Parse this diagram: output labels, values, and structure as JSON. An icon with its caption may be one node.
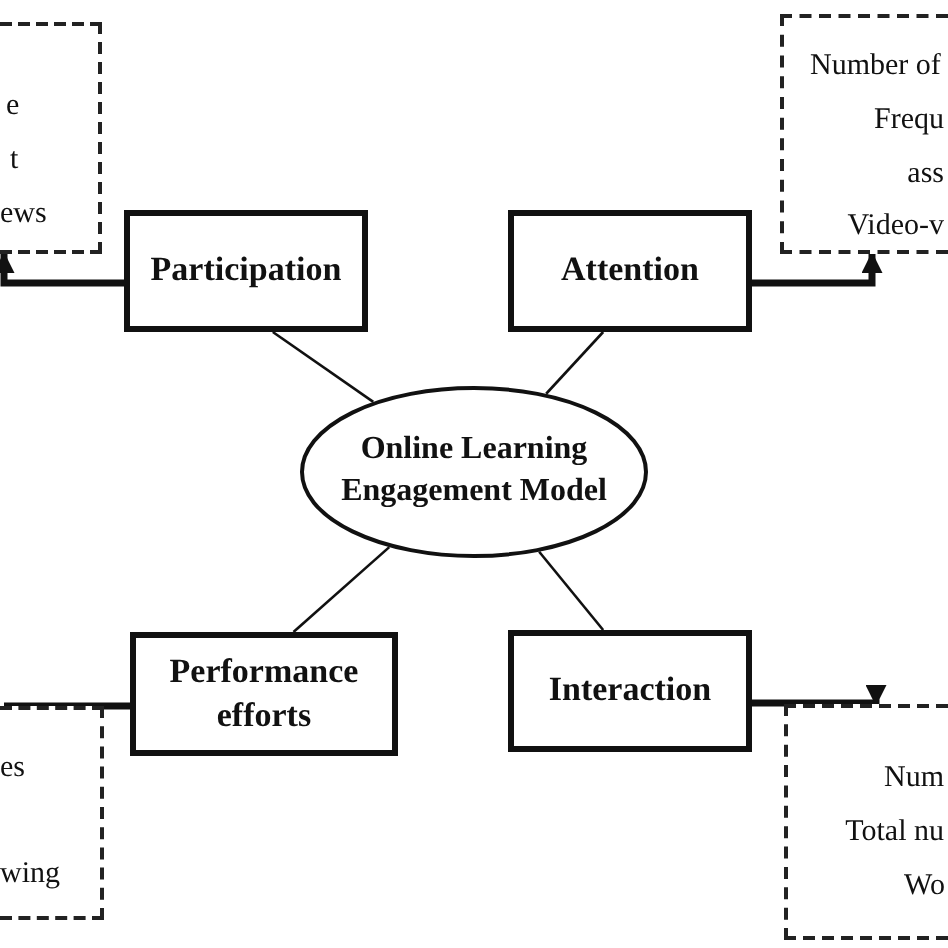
{
  "diagram": {
    "nodes": [
      {
        "text": [
          "e",
          "t",
          "ews"
        ]
      },
      {
        "text": [
          "Participation"
        ]
      },
      {
        "text": [
          "Attention"
        ]
      },
      {
        "text": [
          "Number of",
          "Frequ",
          "ass",
          "Video-v"
        ]
      },
      {
        "text": [
          "Online Learning Engagement Model"
        ]
      },
      {
        "text": [
          "Performance efforts"
        ]
      },
      {
        "text": [
          "Interaction"
        ]
      },
      {
        "text": [
          "es",
          "wing"
        ]
      },
      {
        "text": [
          "Num",
          "Total nu",
          "Wo"
        ]
      }
    ],
    "edges": [
      {
        "from": 4,
        "to": 1,
        "arrow": "none"
      },
      {
        "from": 4,
        "to": 2,
        "arrow": "none"
      },
      {
        "from": 4,
        "to": 5,
        "arrow": "none"
      },
      {
        "from": 4,
        "to": 6,
        "arrow": "none"
      },
      {
        "from": 1,
        "to": 0,
        "arrow": "to",
        "style": "thick"
      },
      {
        "from": 2,
        "to": 3,
        "arrow": "to",
        "style": "thick"
      },
      {
        "from": 6,
        "to": 8,
        "arrow": "to",
        "style": "thick"
      },
      {
        "from": 5,
        "to": 7,
        "arrow": "none",
        "style": "thick"
      }
    ]
  }
}
